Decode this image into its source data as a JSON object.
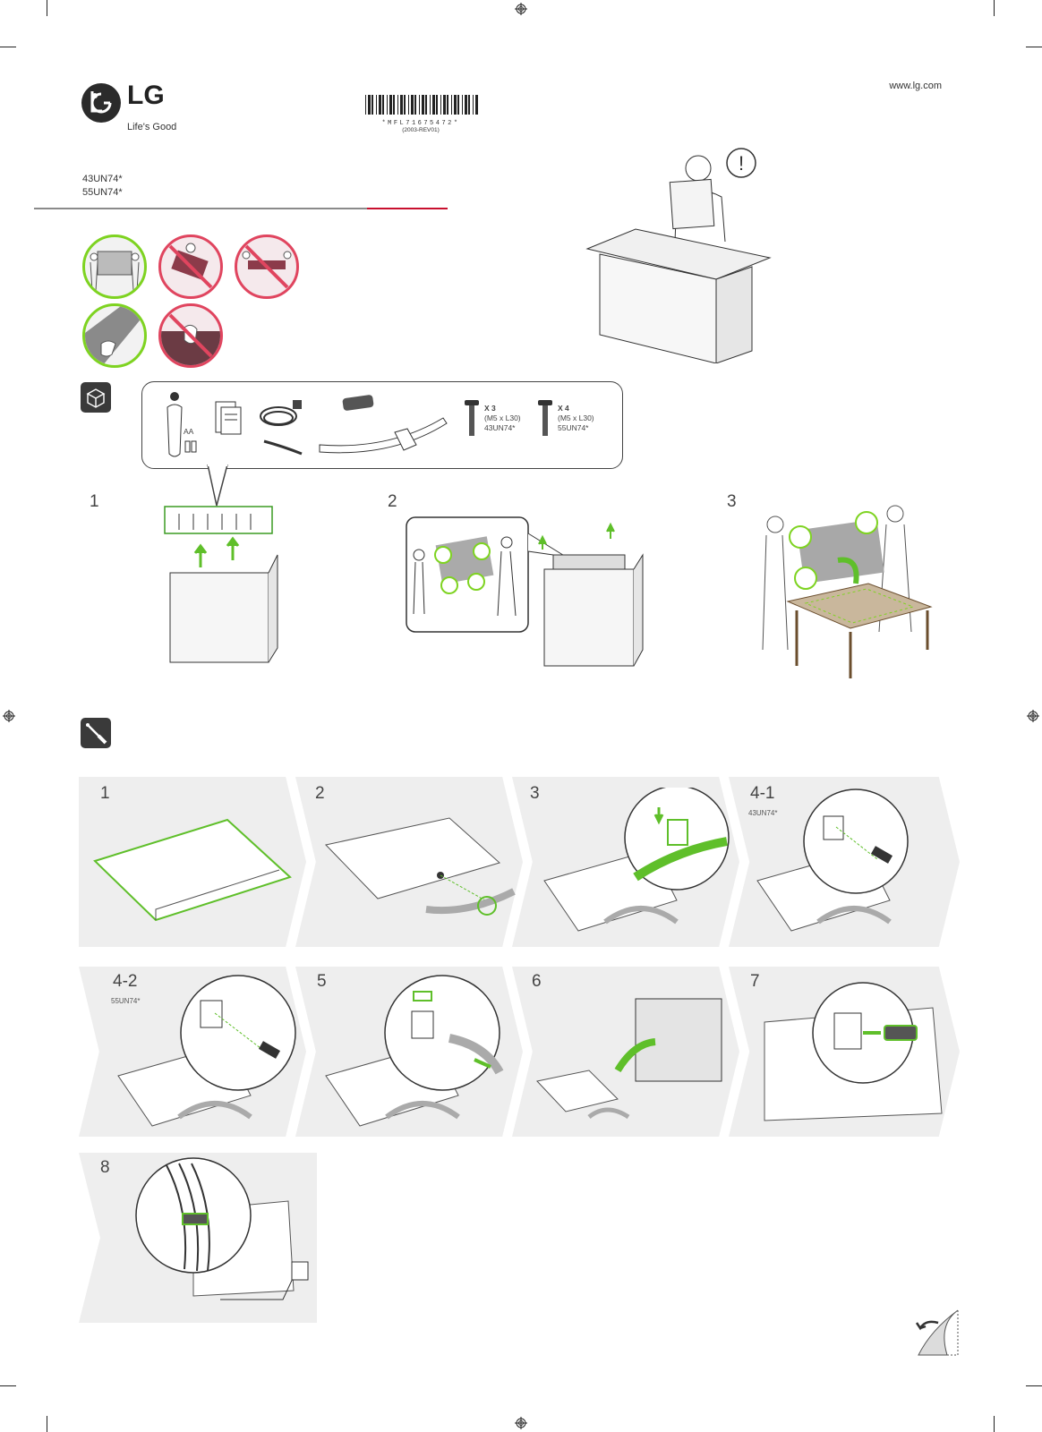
{
  "header": {
    "brand": "LG",
    "tagline": "Life's Good",
    "url": "www.lg.com",
    "barcode_number": "*MFL71675472*",
    "barcode_revision": "(2003-REV01)",
    "models": [
      "43UN74*",
      "55UN74*"
    ]
  },
  "contents": {
    "accessories": [
      {
        "icon": "remote-control-icon",
        "label": "AA"
      },
      {
        "icon": "manual-icon"
      },
      {
        "icon": "power-cord-icon"
      },
      {
        "icon": "cable-tie-icon"
      },
      {
        "icon": "stand-icon"
      }
    ],
    "screws": [
      {
        "count": "X 3",
        "spec": "(M5 x L30)",
        "model": "43UN74*"
      },
      {
        "count": "X 4",
        "spec": "(M5 x L30)",
        "model": "55UN74*"
      }
    ]
  },
  "unpack_steps": [
    "1",
    "2",
    "3"
  ],
  "assembly_steps": [
    {
      "num": "1",
      "model": ""
    },
    {
      "num": "2",
      "model": ""
    },
    {
      "num": "3",
      "model": ""
    },
    {
      "num": "4-1",
      "model": "43UN74*"
    },
    {
      "num": "4-2",
      "model": "55UN74*"
    },
    {
      "num": "5",
      "model": ""
    },
    {
      "num": "6",
      "model": ""
    },
    {
      "num": "7",
      "model": ""
    },
    {
      "num": "8",
      "model": ""
    }
  ],
  "colors": {
    "ok_green": "#7ed321",
    "prohibit_red": "#e0455f",
    "accent_red_rule": "#c8102e",
    "panel_gray": "#eeeeee"
  }
}
